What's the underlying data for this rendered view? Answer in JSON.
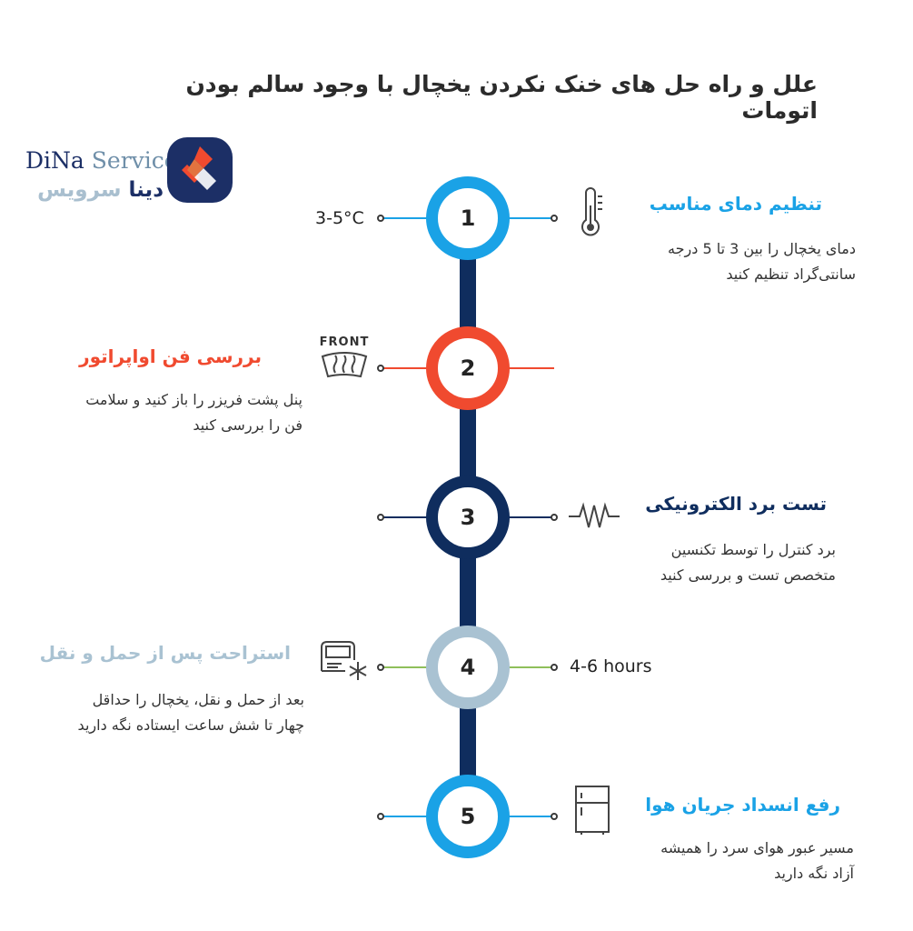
{
  "title": "علل و راه حل های خنک نکردن یخچال با وجود سالم بودن اتومات",
  "logo": {
    "brand_en_1": "DiNa",
    "brand_en_2": "Service",
    "brand_fa_1": "دینا",
    "brand_fa_2": "سرویس"
  },
  "colors": {
    "step1": "#1aa2e6",
    "step2": "#f04a2f",
    "step3": "#0f2d5e",
    "step4": "#a9c2d2",
    "step5": "#1aa2e6",
    "spine": "#0f2d5e",
    "step4_connector": "#8fbf5a"
  },
  "steps": [
    {
      "number": "1",
      "heading": "تنظیم دمای مناسب",
      "description_line1": "دمای یخچال را بین 3 تا 5 درجه",
      "description_line2": "سانتی‌گراد تنظیم کنید",
      "side_label": "3-5°C",
      "icon": "thermometer-icon"
    },
    {
      "number": "2",
      "heading": "بررسی فن اواپراتور",
      "description_line1": "پنل پشت فریزر را باز کنید و سلامت",
      "description_line2": "فن را بررسی کنید",
      "icon_label": "FRONT",
      "icon": "front-defrost-icon"
    },
    {
      "number": "3",
      "heading": "تست برد الکترونیکی",
      "description_line1": "برد کنترل را توسط تکنسین",
      "description_line2": "متخصص تست و بررسی کنید",
      "icon": "resistor-icon"
    },
    {
      "number": "4",
      "heading": "استراحت پس از حمل و نقل",
      "description_line1": "بعد از حمل و نقل، یخچال را حداقل",
      "description_line2": "چهار تا شش ساعت ایستاده نگه دارید",
      "side_label": "4-6 hours",
      "icon": "freezer-snowflake-icon"
    },
    {
      "number": "5",
      "heading": "رفع انسداد جریان هوا",
      "description_line1": "مسیر عبور هوای سرد را همیشه",
      "description_line2": "آزاد نگه دارید",
      "icon": "refrigerator-icon"
    }
  ]
}
